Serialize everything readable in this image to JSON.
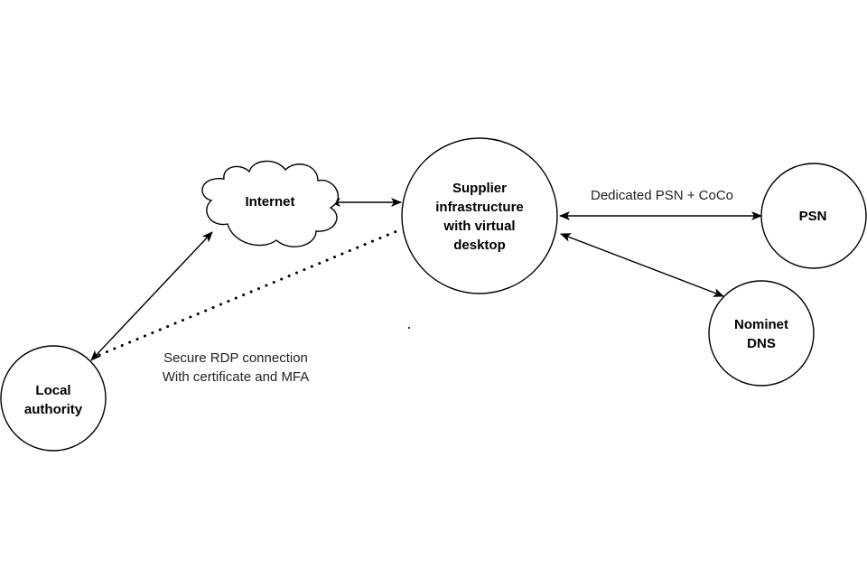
{
  "diagram": {
    "nodes": {
      "internet": {
        "label": "Internet",
        "shape": "cloud"
      },
      "supplier": {
        "label_lines": [
          "Supplier",
          "infrastructure",
          "with virtual",
          "desktop"
        ],
        "shape": "circle"
      },
      "psn": {
        "label": "PSN",
        "shape": "circle"
      },
      "nominet": {
        "label_lines": [
          "Nominet",
          "DNS"
        ],
        "shape": "circle"
      },
      "local_authority": {
        "label_lines": [
          "Local",
          "authority"
        ],
        "shape": "circle"
      }
    },
    "edges": {
      "internet_supplier": {
        "from": "Internet",
        "to": "Supplier infrastructure with virtual desktop",
        "style": "solid",
        "arrows": "both"
      },
      "supplier_psn": {
        "from": "Supplier infrastructure with virtual desktop",
        "to": "PSN",
        "style": "solid",
        "arrows": "both",
        "label": "Dedicated PSN + CoCo"
      },
      "supplier_nominet": {
        "from": "Supplier infrastructure with virtual desktop",
        "to": "Nominet DNS",
        "style": "solid",
        "arrows": "both"
      },
      "local_internet": {
        "from": "Local authority",
        "to": "Internet",
        "style": "solid",
        "arrows": "both"
      },
      "local_supplier_rdp": {
        "from": "Local authority",
        "to": "Supplier infrastructure with virtual desktop",
        "style": "dotted",
        "arrows": "none",
        "label_lines": [
          "Secure RDP connection",
          "With certificate and MFA"
        ]
      }
    },
    "colors": {
      "stroke": "#000000",
      "background": "#ffffff",
      "text": "#000000"
    }
  }
}
